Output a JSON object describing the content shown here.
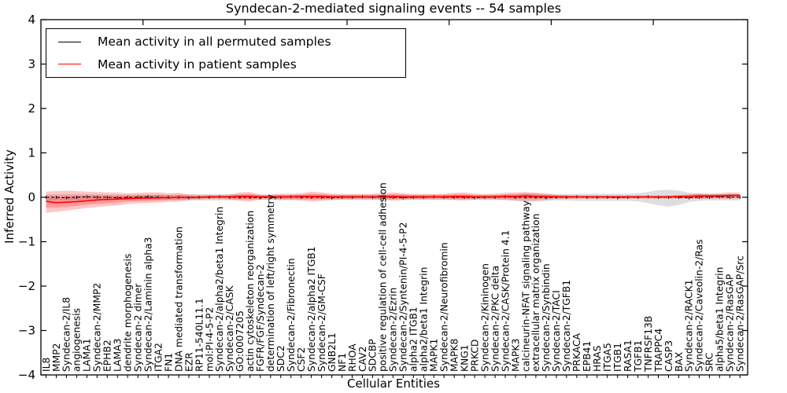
{
  "chart_data": {
    "type": "line",
    "title": "Syndecan-2-mediated signaling events -- 54 samples",
    "xlabel": "Cellular Entities",
    "ylabel": "Inferred Activity",
    "ylim": [
      -4,
      4
    ],
    "yticks": [
      4,
      3,
      2,
      1,
      0,
      -1,
      -2,
      -3,
      -4
    ],
    "grid": false,
    "legend_position": "upper left",
    "categories": [
      "IL8",
      "MMP2",
      "Syndecan-2/IL8",
      "angiogenesis",
      "LAMA1",
      "Syndecan-2/MMP2",
      "EPHB2",
      "LAMA3",
      "dendrite morphogenesis",
      "Syndecan-2 dimer",
      "Syndecan-2/Laminin alpha3",
      "ITGA2",
      "FN1",
      "DNA mediated transformation",
      "EZR",
      "RP11-540L11.1",
      "mol:PI-4-5-P2",
      "Syndecan-2/alpha2/beta1 Integrin",
      "Syndecan-2/CASK",
      "GO:0007205",
      "actin cytoskeleton reorganization",
      "FGFR/FGF/Syndecan-2",
      "determination of left/right symmetry",
      "SDC2",
      "Syndecan-2/Fibronectin",
      "CSF2",
      "Syndecan-2/alpha2 ITGB1",
      "Syndecan-2/GM-CSF",
      "GNB2L1",
      "NF1",
      "RHOA",
      "CAV2",
      "SDCBP",
      "positive regulation of cell-cell adhesion",
      "Syndecan-2/Ezrin",
      "Syndecan-2/Syntenin/PI-4-5-P2",
      "alpha2 ITGB1",
      "alpha2/beta1 Integrin",
      "MAPK1",
      "Syndecan-2/Neurofibromin",
      "MAPK8",
      "KNG1",
      "PRKCD",
      "Syndecan-2/Kininogen",
      "Syndecan-2/PKC delta",
      "Syndecan-2/CASK/Protein 4.1",
      "MAPK3",
      "calcineurin-NFAT signaling pathway",
      "extracellular matrix organization",
      "Syndecan-2/Synbindin",
      "Syndecan-2/TACI",
      "Syndecan-2/TGFB1",
      "PRKACA",
      "EPB41",
      "HRAS",
      "ITGA5",
      "ITGB1",
      "RASA1",
      "TGFB1",
      "TNFRSF13B",
      "TRAPPC4",
      "CASP3",
      "BAX",
      "Syndecan-2/RACK1",
      "Syndecan-2/Caveolin-2/Ras",
      "SRC",
      "alpha5/beta1 Integrin",
      "Syndecan-2/RasGAP",
      "Syndecan-2/RasGAP/Src"
    ],
    "series": [
      {
        "name": "Mean activity in all permuted samples",
        "color": "#000000",
        "values": [
          0.0,
          0.0,
          -0.01,
          0.0,
          0.01,
          0.0,
          0.0,
          -0.01,
          0.0,
          0.0,
          0.01,
          0.0,
          0.0,
          0.0,
          -0.01,
          0.0,
          0.0,
          0.01,
          0.0,
          0.0,
          0.0,
          -0.01,
          0.0,
          0.0,
          0.01,
          0.0,
          0.0,
          0.0,
          -0.01,
          0.0,
          0.0,
          0.01,
          0.0,
          0.0,
          0.0,
          -0.01,
          0.0,
          0.0,
          0.01,
          0.0,
          0.0,
          0.0,
          -0.01,
          0.0,
          0.0,
          0.01,
          0.0,
          0.0,
          0.0,
          -0.01,
          0.0,
          0.0,
          0.01,
          0.0,
          0.0,
          0.0,
          -0.01,
          0.0,
          0.0,
          0.01,
          0.0,
          0.0,
          0.0,
          -0.01,
          0.0,
          0.0,
          0.01,
          0.0,
          0.0
        ]
      },
      {
        "name": "Mean activity in patient samples",
        "color": "#ff0000",
        "values": [
          -0.09,
          -0.12,
          -0.11,
          -0.1,
          -0.08,
          -0.06,
          -0.05,
          -0.04,
          -0.03,
          -0.02,
          -0.02,
          -0.01,
          -0.01,
          0.0,
          0.0,
          0.0,
          0.01,
          0.01,
          0.01,
          0.02,
          0.02,
          0.01,
          0.01,
          0.01,
          0.01,
          0.02,
          0.02,
          0.02,
          0.01,
          0.01,
          0.01,
          0.01,
          0.01,
          0.01,
          0.02,
          0.01,
          0.01,
          0.01,
          0.01,
          0.01,
          0.02,
          0.02,
          0.01,
          0.01,
          0.01,
          0.02,
          0.02,
          0.03,
          0.02,
          0.02,
          0.01,
          0.01,
          0.01,
          0.01,
          0.01,
          0.01,
          0.01,
          0.01,
          0.01,
          0.01,
          0.01,
          0.01,
          0.02,
          0.02,
          0.03,
          0.03,
          0.03,
          0.04,
          0.04
        ]
      }
    ],
    "bands": [
      {
        "name": "permuted-range",
        "color": "#999999",
        "opacity": 0.32,
        "upper": [
          0.07,
          0.07,
          0.07,
          0.07,
          0.07,
          0.07,
          0.06,
          0.06,
          0.06,
          0.06,
          0.06,
          0.06,
          0.06,
          0.06,
          0.07,
          0.07,
          0.07,
          0.07,
          0.07,
          0.06,
          0.06,
          0.06,
          0.06,
          0.06,
          0.06,
          0.06,
          0.06,
          0.06,
          0.06,
          0.06,
          0.06,
          0.06,
          0.06,
          0.06,
          0.06,
          0.06,
          0.06,
          0.06,
          0.06,
          0.06,
          0.06,
          0.06,
          0.06,
          0.06,
          0.06,
          0.06,
          0.07,
          0.09,
          0.09,
          0.08,
          0.07,
          0.07,
          0.08,
          0.08,
          0.08,
          0.08,
          0.08,
          0.08,
          0.09,
          0.12,
          0.16,
          0.17,
          0.15,
          0.1,
          0.08,
          0.07,
          0.07,
          0.07,
          0.07
        ],
        "lower": [
          -0.07,
          -0.07,
          -0.07,
          -0.07,
          -0.07,
          -0.07,
          -0.06,
          -0.06,
          -0.06,
          -0.06,
          -0.06,
          -0.06,
          -0.06,
          -0.06,
          -0.07,
          -0.07,
          -0.07,
          -0.07,
          -0.07,
          -0.06,
          -0.06,
          -0.06,
          -0.06,
          -0.06,
          -0.06,
          -0.06,
          -0.06,
          -0.06,
          -0.06,
          -0.06,
          -0.06,
          -0.06,
          -0.06,
          -0.06,
          -0.06,
          -0.06,
          -0.06,
          -0.06,
          -0.06,
          -0.06,
          -0.06,
          -0.06,
          -0.06,
          -0.06,
          -0.06,
          -0.06,
          -0.08,
          -0.1,
          -0.1,
          -0.08,
          -0.07,
          -0.07,
          -0.08,
          -0.08,
          -0.08,
          -0.08,
          -0.08,
          -0.08,
          -0.09,
          -0.13,
          -0.18,
          -0.21,
          -0.17,
          -0.11,
          -0.08,
          -0.07,
          -0.07,
          -0.07,
          -0.07
        ]
      },
      {
        "name": "patient-outer",
        "color": "#ff3333",
        "opacity": 0.28,
        "upper": [
          0.13,
          0.14,
          0.15,
          0.14,
          0.13,
          0.12,
          0.11,
          0.1,
          0.09,
          0.1,
          0.11,
          0.11,
          0.09,
          0.1,
          0.06,
          0.05,
          0.05,
          0.05,
          0.06,
          0.11,
          0.12,
          0.06,
          0.06,
          0.08,
          0.08,
          0.09,
          0.13,
          0.11,
          0.08,
          0.07,
          0.07,
          0.07,
          0.08,
          0.09,
          0.11,
          0.09,
          0.07,
          0.07,
          0.07,
          0.08,
          0.1,
          0.11,
          0.08,
          0.07,
          0.08,
          0.1,
          0.11,
          0.12,
          0.1,
          0.08,
          0.06,
          0.05,
          0.04,
          0.04,
          0.04,
          0.04,
          0.04,
          0.04,
          0.04,
          0.04,
          0.04,
          0.04,
          0.05,
          0.07,
          0.09,
          0.08,
          0.09,
          0.11,
          0.1
        ],
        "lower": [
          -0.35,
          -0.33,
          -0.3,
          -0.27,
          -0.24,
          -0.22,
          -0.2,
          -0.18,
          -0.15,
          -0.14,
          -0.13,
          -0.12,
          -0.1,
          -0.1,
          -0.06,
          -0.05,
          -0.04,
          -0.04,
          -0.05,
          -0.08,
          -0.09,
          -0.05,
          -0.05,
          -0.06,
          -0.06,
          -0.07,
          -0.09,
          -0.08,
          -0.06,
          -0.05,
          -0.05,
          -0.05,
          -0.05,
          -0.06,
          -0.07,
          -0.06,
          -0.05,
          -0.05,
          -0.05,
          -0.05,
          -0.06,
          -0.07,
          -0.05,
          -0.05,
          -0.05,
          -0.06,
          -0.07,
          -0.08,
          -0.07,
          -0.06,
          -0.04,
          -0.04,
          -0.03,
          -0.03,
          -0.03,
          -0.03,
          -0.03,
          -0.03,
          -0.03,
          -0.03,
          -0.03,
          -0.03,
          -0.03,
          -0.03,
          -0.04,
          -0.03,
          -0.03,
          -0.03,
          -0.02
        ]
      },
      {
        "name": "patient-inner",
        "color": "#ff3333",
        "opacity": 0.3,
        "scale_of": "patient-outer",
        "inner_scale": 0.55
      }
    ]
  }
}
